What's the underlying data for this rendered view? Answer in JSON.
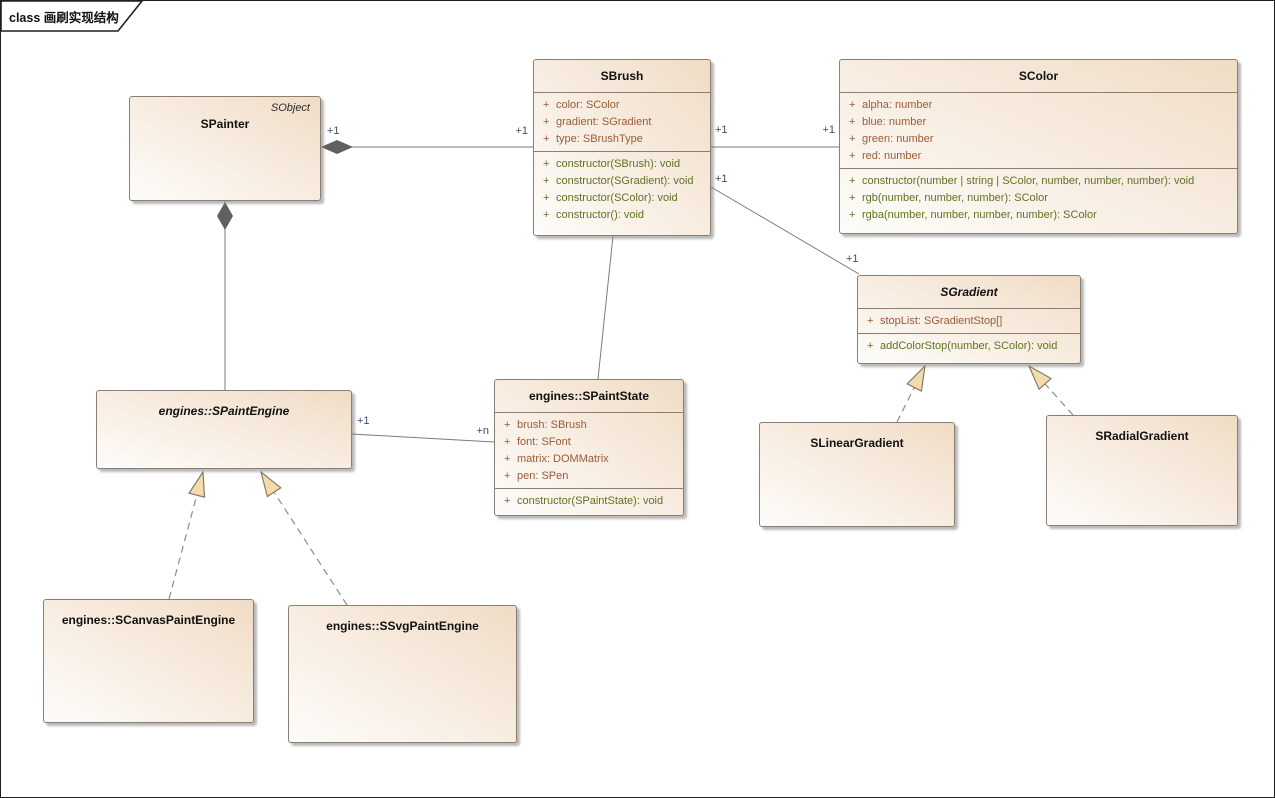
{
  "frame": {
    "label": "class 画刷实现结构"
  },
  "colors": {
    "box_border": "#8a7f72",
    "box_fill_light": "#fdfcfa",
    "box_fill_dark": "#f0dcc5",
    "attribute_text": "#995c38",
    "method_text": "#5e7320",
    "multiplicity_text": "#3c4c6a",
    "connector": "#7b7b7b",
    "diamond_fill": "#606060",
    "triangle_fill": "#f2dcae",
    "triangle_stroke": "#8a7a64",
    "frame_border": "#1f1f1f"
  },
  "classes": [
    {
      "name": "SPainter",
      "annotation": "SObject",
      "attributes": [],
      "methods": []
    },
    {
      "name": "SBrush",
      "attributes": [
        "color: SColor",
        "gradient: SGradient",
        "type: SBrushType"
      ],
      "methods": [
        "constructor(SBrush): void",
        "constructor(SGradient): void",
        "constructor(SColor): void",
        "constructor(): void"
      ]
    },
    {
      "name": "SColor",
      "attributes": [
        "alpha: number",
        "blue: number",
        "green: number",
        "red: number"
      ],
      "methods": [
        "constructor(number | string | SColor, number, number, number): void",
        "rgb(number, number, number): SColor",
        "rgba(number, number, number, number): SColor"
      ]
    },
    {
      "name": "SGradient",
      "attributes": [
        "stopList: SGradientStop[]"
      ],
      "methods": [
        "addColorStop(number, SColor): void"
      ]
    },
    {
      "name": "engines::SPaintEngine",
      "attributes": [],
      "methods": []
    },
    {
      "name": "engines::SPaintState",
      "attributes": [
        "brush: SBrush",
        "font: SFont",
        "matrix: DOMMatrix",
        "pen: SPen"
      ],
      "methods": [
        "constructor(SPaintState): void"
      ]
    },
    {
      "name": "SLinearGradient",
      "attributes": [],
      "methods": []
    },
    {
      "name": "SRadialGradient",
      "attributes": [],
      "methods": []
    },
    {
      "name": "engines::SCanvasPaintEngine",
      "attributes": [],
      "methods": []
    },
    {
      "name": "engines::SSvgPaintEngine",
      "attributes": [],
      "methods": []
    }
  ],
  "connectors": {
    "painter_brush": {
      "type": "composition",
      "source_label": "+1",
      "target_label": "+1"
    },
    "brush_color": {
      "type": "association",
      "source_label": "+1",
      "target_label": "+1"
    },
    "brush_gradient": {
      "type": "association",
      "source_label": "+1",
      "target_label": "+1"
    },
    "painter_engine": {
      "type": "composition"
    },
    "engine_state": {
      "type": "association",
      "source_label": "+1",
      "target_label": "+n"
    },
    "brush_state": {
      "type": "association"
    },
    "canvas_engine": {
      "type": "generalization"
    },
    "svg_engine": {
      "type": "generalization"
    },
    "linear_gradient": {
      "type": "generalization"
    },
    "radial_gradient": {
      "type": "generalization"
    }
  }
}
